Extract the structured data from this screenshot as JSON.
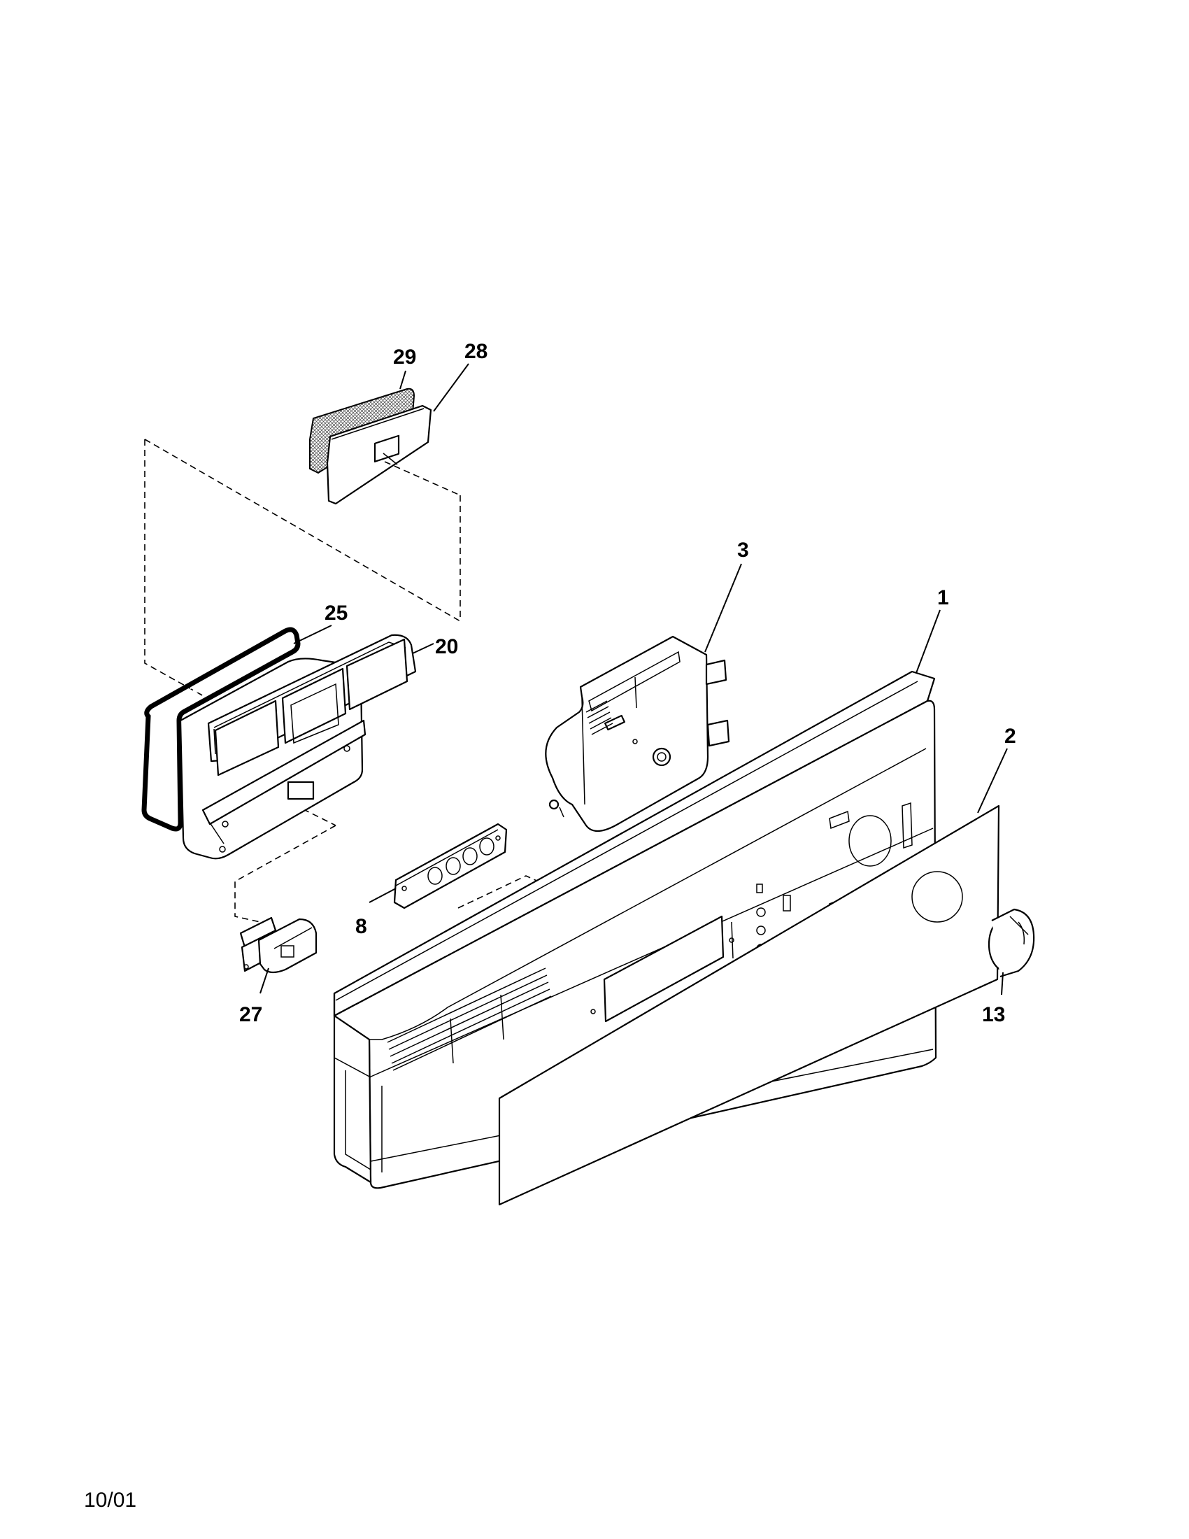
{
  "diagram": {
    "callouts": [
      {
        "id": "29",
        "text": "29"
      },
      {
        "id": "28",
        "text": "28"
      },
      {
        "id": "3",
        "text": "3"
      },
      {
        "id": "1",
        "text": "1"
      },
      {
        "id": "25",
        "text": "25"
      },
      {
        "id": "20",
        "text": "20"
      },
      {
        "id": "2",
        "text": "2"
      },
      {
        "id": "8",
        "text": "8"
      },
      {
        "id": "27",
        "text": "27"
      },
      {
        "id": "13",
        "text": "13"
      }
    ]
  },
  "footer": {
    "date": "10/01"
  }
}
